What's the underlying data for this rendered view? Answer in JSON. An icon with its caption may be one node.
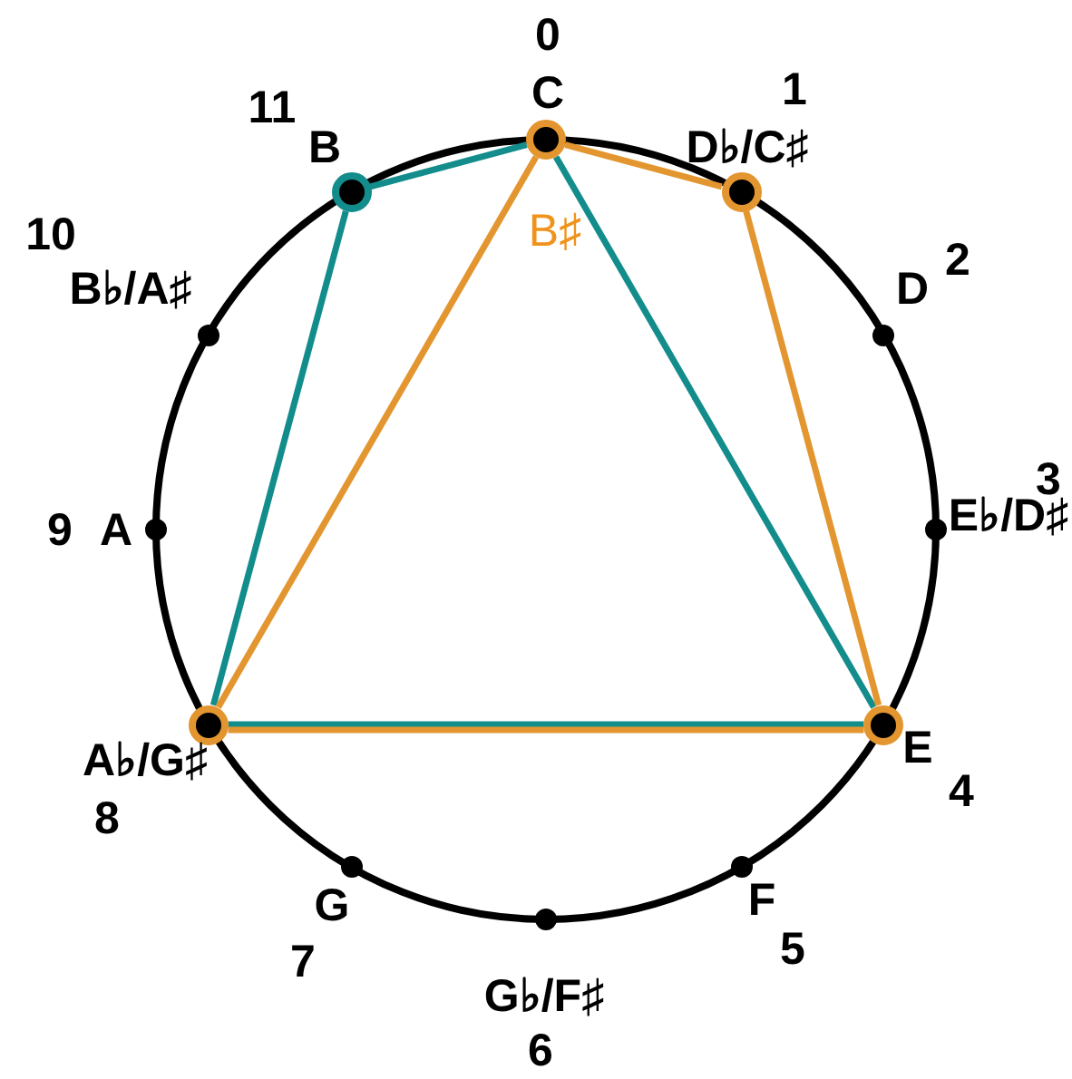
{
  "diagram": {
    "nodes": [
      {
        "text": [],
        "shape": "circle"
      },
      {
        "text": [],
        "shape": "circle"
      },
      {
        "text": [],
        "shape": "circle"
      },
      {
        "text": [],
        "shape": "circle"
      },
      {
        "text": [],
        "shape": "circle"
      },
      {
        "text": [],
        "shape": "circle"
      },
      {
        "text": [],
        "shape": "circle"
      },
      {
        "text": [],
        "shape": "circle"
      },
      {
        "text": [],
        "shape": "circle"
      },
      {
        "text": [],
        "shape": "circle"
      },
      {
        "text": [],
        "shape": "circle"
      },
      {
        "text": [],
        "shape": "circle"
      }
    ],
    "edges": [
      {
        "from": 11,
        "to": 0,
        "arrow": "none",
        "color": "#138c8c"
      },
      {
        "from": 0,
        "to": 4,
        "arrow": "none",
        "color": "#138c8c"
      },
      {
        "from": 4,
        "to": 8,
        "arrow": "none",
        "color": "#138c8c"
      },
      {
        "from": 8,
        "to": 11,
        "arrow": "none",
        "color": "#138c8c"
      },
      {
        "from": 0,
        "to": 1,
        "arrow": "none",
        "color": "#e3962f"
      },
      {
        "from": 1,
        "to": 4,
        "arrow": "none",
        "color": "#e3962f"
      },
      {
        "from": 4,
        "to": 8,
        "arrow": "none",
        "color": "#e3962f"
      },
      {
        "from": 8,
        "to": 0,
        "arrow": "none",
        "color": "#e3962f"
      }
    ],
    "labels": [
      "0",
      "C",
      "B♯",
      "1",
      "D♭/C♯",
      "D",
      "2",
      "E♭/D♯",
      "3",
      "E",
      "4",
      "F",
      "5",
      "G♭/F♯",
      "6",
      "G",
      "7",
      "A♭/G♯",
      "8",
      "9",
      "A",
      "10",
      "B♭/A♯",
      "11",
      "B"
    ]
  }
}
